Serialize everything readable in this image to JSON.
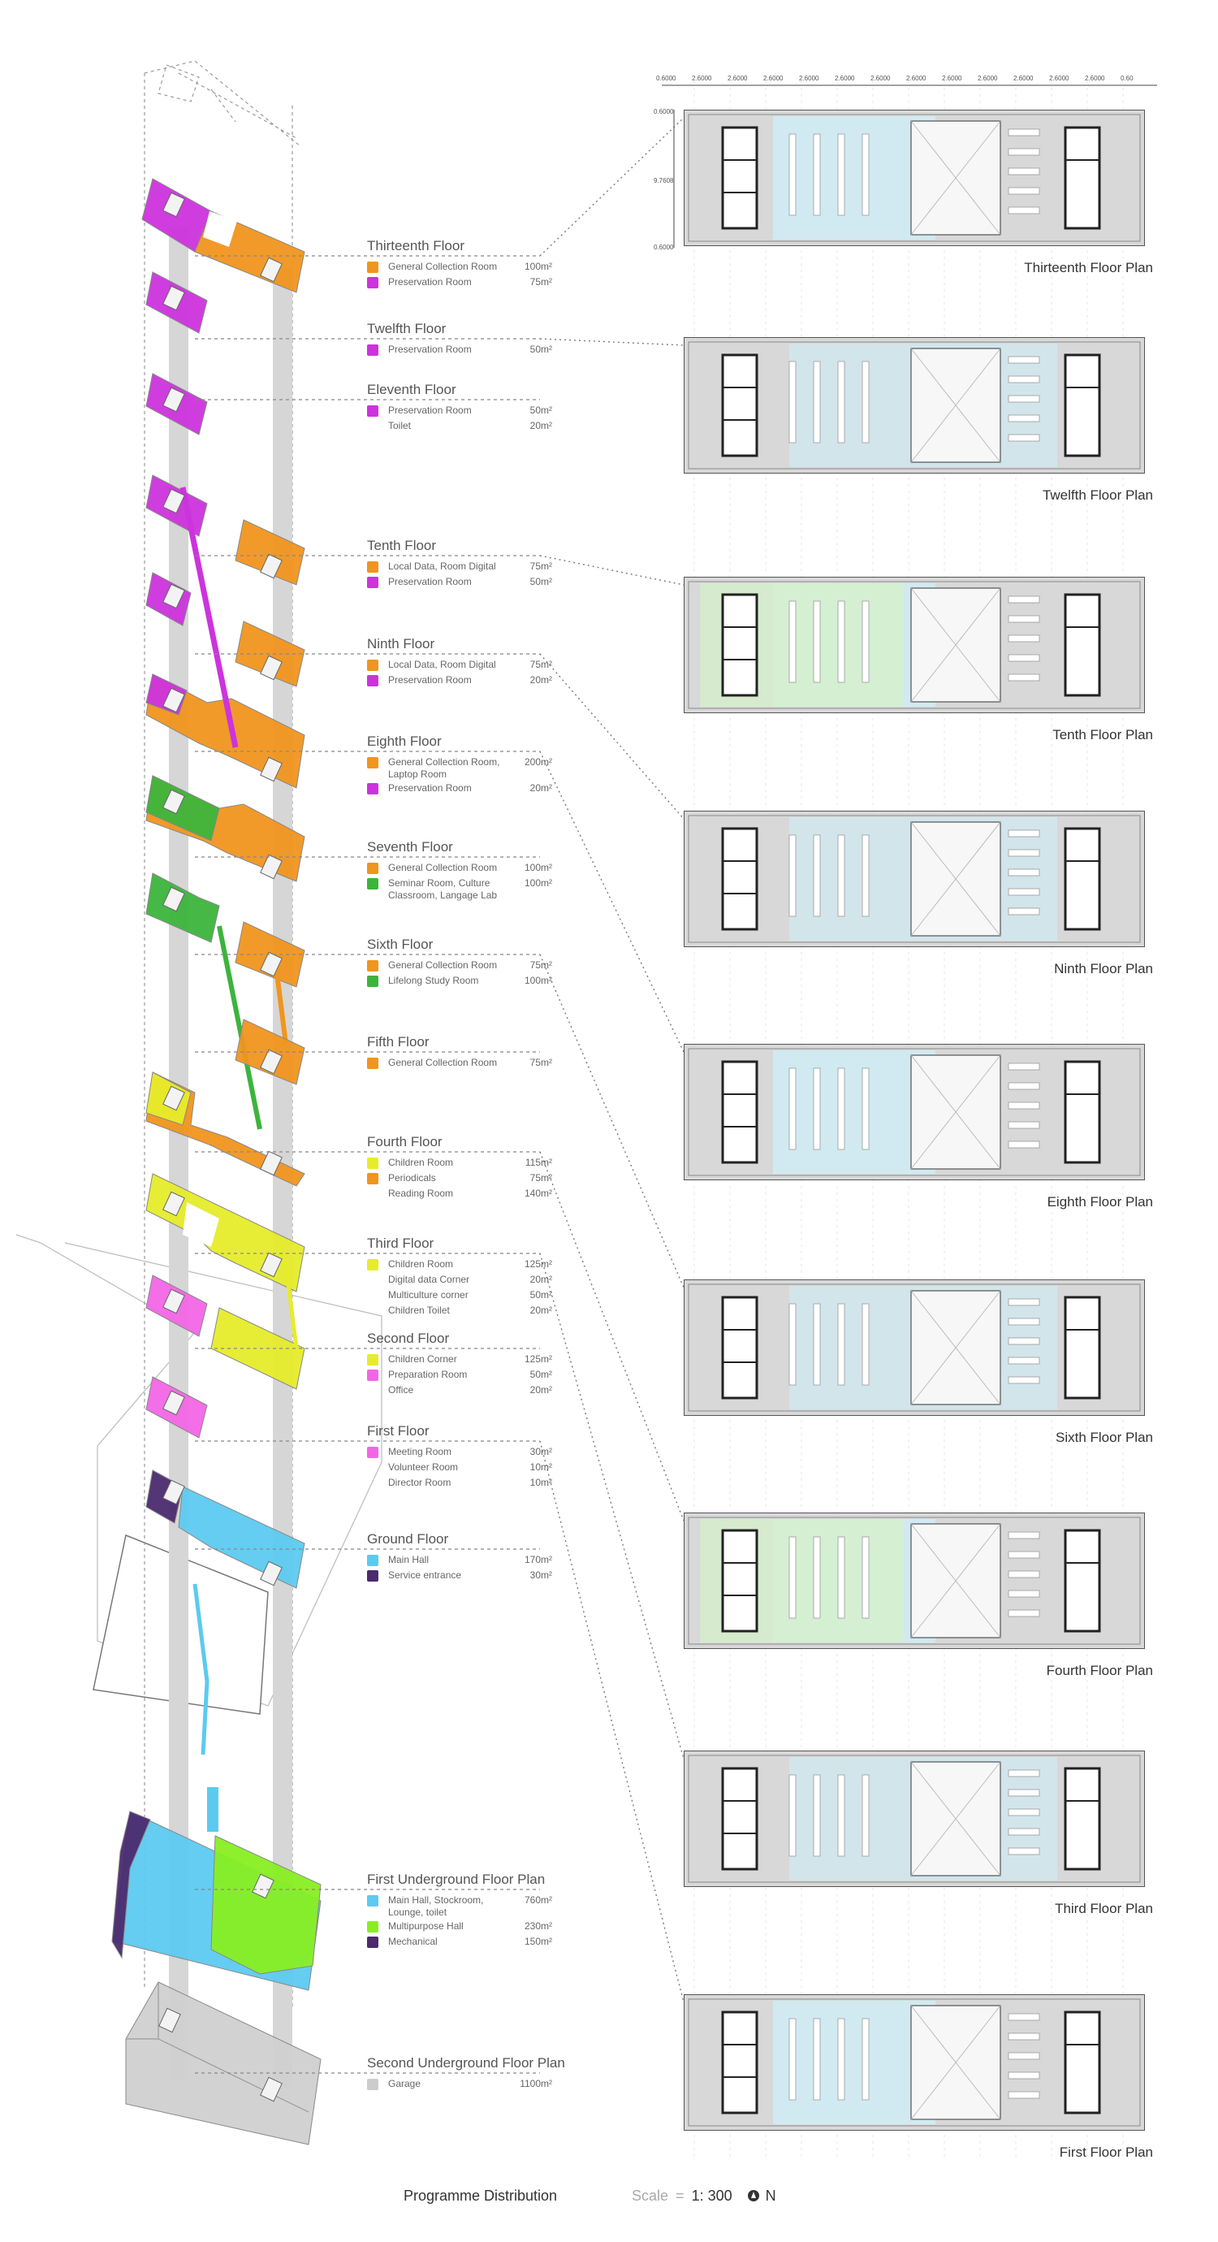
{
  "colors": {
    "orange": "#f0951e",
    "magenta": "#cc33dd",
    "green": "#3cb43c",
    "yellow": "#e6ec2a",
    "pink": "#f266e6",
    "cyan": "#5ccaf0",
    "dark_purple": "#4b2a6e",
    "lime": "#88ee22",
    "gray": "#cccccc",
    "plan_bg": "#d8d8d8",
    "plan_light_blue": "#cfeff8",
    "plan_light_green": "#d6f0cc"
  },
  "floors": [
    {
      "name": "Thirteenth Floor",
      "rooms": [
        {
          "color": "orange",
          "label": "General Collection Room",
          "area": "100m²"
        },
        {
          "color": "magenta",
          "label": "Preservation Room",
          "area": "75m²"
        }
      ]
    },
    {
      "name": "Twelfth Floor",
      "rooms": [
        {
          "color": "magenta",
          "label": "Preservation Room",
          "area": "50m²"
        }
      ]
    },
    {
      "name": "Eleventh Floor",
      "rooms": [
        {
          "color": "magenta",
          "label": "Preservation Room",
          "area": "50m²"
        },
        {
          "color": "",
          "label": "Toilet",
          "area": "20m²"
        }
      ]
    },
    {
      "name": "Tenth Floor",
      "rooms": [
        {
          "color": "orange",
          "label": "Local Data, Room Digital",
          "area": "75m²"
        },
        {
          "color": "magenta",
          "label": "Preservation Room",
          "area": "50m²"
        }
      ]
    },
    {
      "name": "Ninth Floor",
      "rooms": [
        {
          "color": "orange",
          "label": "Local Data, Room Digital",
          "area": "75m²"
        },
        {
          "color": "magenta",
          "label": "Preservation Room",
          "area": "20m²"
        }
      ]
    },
    {
      "name": "Eighth Floor",
      "rooms": [
        {
          "color": "orange",
          "label": "General Collection Room, Laptop Room",
          "area": "200m²"
        },
        {
          "color": "magenta",
          "label": "Preservation Room",
          "area": "20m²"
        }
      ]
    },
    {
      "name": "Seventh Floor",
      "rooms": [
        {
          "color": "orange",
          "label": "General Collection Room",
          "area": "100m²"
        },
        {
          "color": "green",
          "label": "Seminar Room, Culture Classroom, Langage Lab",
          "area": "100m²"
        }
      ]
    },
    {
      "name": "Sixth Floor",
      "rooms": [
        {
          "color": "orange",
          "label": "General Collection Room",
          "area": "75m²"
        },
        {
          "color": "green",
          "label": "Lifelong Study Room",
          "area": "100m²"
        }
      ]
    },
    {
      "name": "Fifth Floor",
      "rooms": [
        {
          "color": "orange",
          "label": "General Collection Room",
          "area": "75m²"
        }
      ]
    },
    {
      "name": "Fourth Floor",
      "rooms": [
        {
          "color": "yellow",
          "label": "Children Room",
          "area": "115m²"
        },
        {
          "color": "orange",
          "label": "Periodicals",
          "area": "75m²"
        },
        {
          "color": "",
          "label": "Reading Room",
          "area": "140m²"
        }
      ]
    },
    {
      "name": "Third Floor",
      "rooms": [
        {
          "color": "yellow",
          "label": "Children Room",
          "area": "125m²"
        },
        {
          "color": "",
          "label": "Digital data Corner",
          "area": "20m²"
        },
        {
          "color": "",
          "label": "Multiculture corner",
          "area": "50m²"
        },
        {
          "color": "",
          "label": "Children Toilet",
          "area": "20m²"
        }
      ]
    },
    {
      "name": "Second Floor",
      "rooms": [
        {
          "color": "yellow",
          "label": "Children Corner",
          "area": "125m²"
        },
        {
          "color": "pink",
          "label": "Preparation Room",
          "area": "50m²"
        },
        {
          "color": "",
          "label": "Office",
          "area": "20m²"
        }
      ]
    },
    {
      "name": "First Floor",
      "rooms": [
        {
          "color": "pink",
          "label": "Meeting Room",
          "area": "30m²"
        },
        {
          "color": "",
          "label": "Volunteer Room",
          "area": "10m²"
        },
        {
          "color": "",
          "label": "Director Room",
          "area": "10m²"
        }
      ]
    },
    {
      "name": "Ground Floor",
      "rooms": [
        {
          "color": "cyan",
          "label": "Main Hall",
          "area": "170m²"
        },
        {
          "color": "dark_purple",
          "label": "Service entrance",
          "area": "30m²"
        }
      ]
    },
    {
      "name": "First Underground Floor Plan",
      "rooms": [
        {
          "color": "cyan",
          "label": "Main Hall, Stockroom, Lounge, toilet",
          "area": "760m²"
        },
        {
          "color": "lime",
          "label": "Multipurpose Hall",
          "area": "230m²"
        },
        {
          "color": "dark_purple",
          "label": "Mechanical",
          "area": "150m²"
        }
      ]
    },
    {
      "name": "Second Underground Floor Plan",
      "rooms": [
        {
          "color": "gray",
          "label": "Garage",
          "area": "1100m²"
        }
      ]
    }
  ],
  "plans": [
    {
      "label": "Thirteenth Floor Plan"
    },
    {
      "label": "Twelfth Floor Plan"
    },
    {
      "label": "Tenth Floor Plan"
    },
    {
      "label": "Ninth Floor Plan"
    },
    {
      "label": "Eighth Floor Plan"
    },
    {
      "label": "Sixth Floor Plan"
    },
    {
      "label": "Fourth Floor Plan"
    },
    {
      "label": "Third Floor Plan"
    },
    {
      "label": "First Floor Plan"
    }
  ],
  "dimensions": {
    "top_row": [
      "0.6000",
      "2.6000",
      "2.6000",
      "2.6000",
      "2.6000",
      "2.6000",
      "2.6000",
      "2.6000",
      "2.6000",
      "2.6000",
      "2.6000",
      "2.6000",
      "2.6000",
      "0.60"
    ],
    "side_top": "0.6000",
    "side_mid": "9.7608",
    "side_bottom": "0.6000"
  },
  "footer": {
    "title": "Programme Distribution",
    "scale_label": "Scale",
    "scale_sep": "=",
    "scale_value": "1: 300",
    "north_label": "N"
  }
}
